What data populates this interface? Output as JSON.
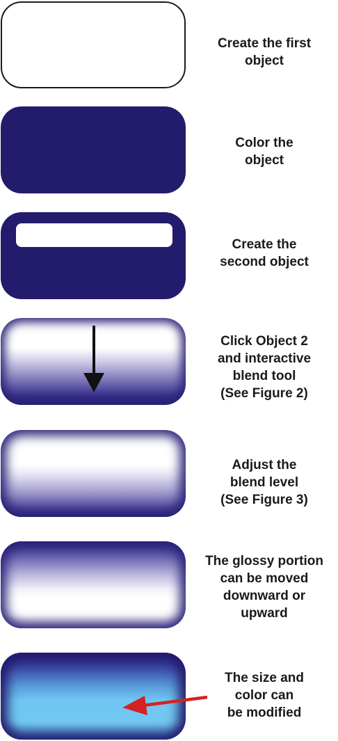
{
  "steps": [
    {
      "caption": "Create the first\nobject"
    },
    {
      "caption": "Color the\nobject"
    },
    {
      "caption": "Create the\nsecond object"
    },
    {
      "caption": "Click Object 2\nand interactive\nblend tool\n(See Figure 2)"
    },
    {
      "caption": "Adjust the\nblend level\n(See Figure 3)"
    },
    {
      "caption": "The glossy portion\ncan be moved\ndownward or\nupward"
    },
    {
      "caption": "The size and\ncolor can\nbe modified"
    }
  ],
  "colors": {
    "navy": "#231b6b",
    "light_blue": "#72c8f3",
    "arrow_black": "#111111",
    "arrow_red": "#d42222"
  }
}
